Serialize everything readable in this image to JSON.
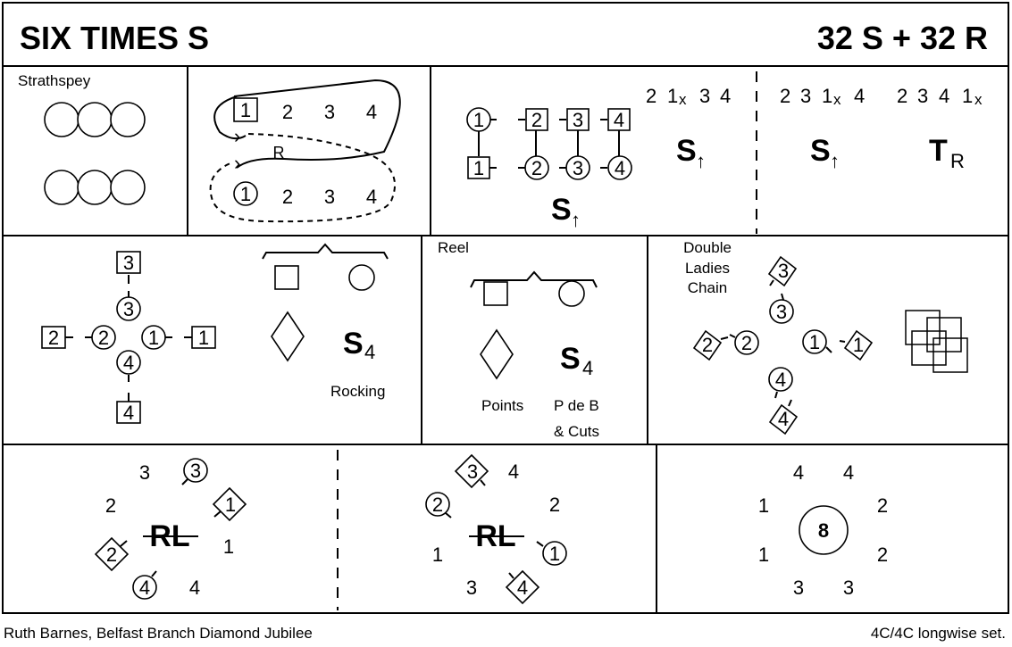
{
  "header": {
    "title": "SIX TIMES S",
    "formation": "32 S + 32 R"
  },
  "footer": {
    "left": "Ruth Barnes, Belfast Branch Diamond Jubilee",
    "right": "4C/4C longwise set."
  },
  "row1": {
    "strathspey_label": "Strathspey",
    "reel_letter": "R",
    "positions_top": [
      "1",
      "2",
      "3",
      "4"
    ],
    "positions_bottom": [
      "1",
      "2",
      "3",
      "4"
    ],
    "set_top": [
      "2",
      "3",
      "4"
    ],
    "set_bottom": [
      "1",
      "2",
      "3",
      "4"
    ],
    "set_order": {
      "a": "2",
      "b": "1",
      "sub": "x",
      "c": "3",
      "d": "4"
    },
    "set_symbol": "S",
    "set_arrow": "↑",
    "p4_order1": {
      "a": "2",
      "b": "3",
      "c": "1",
      "sub": "x",
      "d": "4"
    },
    "p4_order2": {
      "a": "2",
      "b": "3",
      "c": "4",
      "d": "1",
      "sub": "x"
    },
    "turn_symbol": "T",
    "turn_sub": "R"
  },
  "row2": {
    "cross": {
      "top": "3",
      "mid_top": "3",
      "left": "2",
      "mid_left": "2",
      "mid_right": "1",
      "right": "1",
      "mid_bottom": "4",
      "bottom": "4"
    },
    "setting_step": "S",
    "setting_bars": "4",
    "rocking_label": "Rocking",
    "reel_label": "Reel",
    "points_label": "Points",
    "pdb_label1": "P de B",
    "pdb_label2": "& Cuts",
    "dlc_label": [
      "Double",
      "Ladies",
      "Chain"
    ],
    "dlc": {
      "top": "3",
      "mid_top": "3",
      "left": "2",
      "mid_left": "2",
      "mid_right": "1",
      "right": "1",
      "mid_bottom": "4",
      "bottom": "4"
    }
  },
  "row3": {
    "p1": {
      "n3": "3",
      "c3": "3",
      "n2": "2",
      "d1": "1",
      "rl": "RL",
      "d2": "2",
      "n1": "1",
      "c4": "4",
      "n4": "4"
    },
    "p2": {
      "d3": "3",
      "n4": "4",
      "c2": "2",
      "n2": "2",
      "rl": "RL",
      "n1": "1",
      "c1": "1",
      "n3": "3",
      "d4": "4"
    },
    "p3": {
      "a": "4",
      "b": "4",
      "c": "1",
      "d": "2",
      "e": "1",
      "f": "2",
      "g": "3",
      "h": "3",
      "circle": "8"
    }
  },
  "icons": [
    "circle-icon",
    "square-icon",
    "diamond-icon",
    "arrow-up-icon"
  ]
}
